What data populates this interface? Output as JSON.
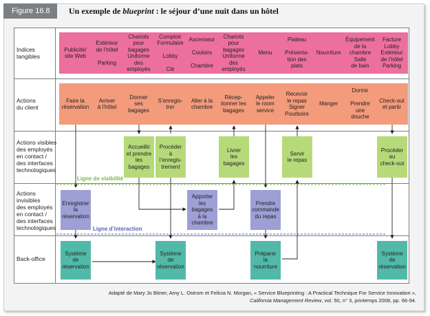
{
  "figure": {
    "tab": "Figure 16.8",
    "title_prefix": "Un exemple de ",
    "title_italic": "blueprint",
    "title_suffix": " : le séjour d’une nuit dans un hôtel"
  },
  "rows": [
    "Indices\ntangibles",
    "Actions\ndu client",
    "Actions visibles\ndes employés\nen contact /\ndes interfaces\ntechnologiques",
    "Actions\ninvisibles\ndes employés\nen contact /\ndes interfaces\ntechnologiques",
    "Back-office"
  ],
  "lines": {
    "visibility": "Ligne de visibilité",
    "interaction": "Ligne d’interaction"
  },
  "tangibles": [
    "Publicité/\nsite Web",
    "Extérieur\nde l’hôtel\n\nParking",
    "Chariots\npour\nbagages\nUniforme\ndes\nemployés",
    "Comptoir\nFormulaire\n\nLobby\n\nClé",
    "Ascenseur\n\nCouloirs\n\nChambre",
    "Chariots\npour\nbagages\nUniforme\ndes\nemployés",
    "Menu",
    "Plateau\n\nPrésenta-\ntion des\nplats",
    "Nourriture",
    "Équipement\nde la\nchambre\nSalle\nde bain",
    "Facture\nLobby\nExtérieur\nde l’hôtel\nParking"
  ],
  "customer_actions": [
    "Faire la\nréservation",
    "Arriver\nà l’hôtel",
    "Donner\nses\nbagages",
    "S’enregis-\ntrer",
    "Aller à la\nchambre",
    "Récep-\ntionner les\nbagages",
    "Appeler\nle room\nservice",
    "Recevoir\nle repas\nSigner\nPourboire",
    "Manger",
    "Dormir\n\nPrendre\nune\ndouche",
    "Check-out\net partir"
  ],
  "visible_actions": [
    "Accueillir\net prendre\nles\nbagages",
    "Procéder\nà\nl’enregis-\ntrement",
    "Livrer\nles\nbagages",
    "Servir\nle repas",
    "Procéder\nau\ncheck-out"
  ],
  "invisible_actions": [
    "Enregistrer\nla\nréservation",
    "Apporter\nles\nbagages\nà la\nchambre",
    "Prendre\ncommande\ndu repas"
  ],
  "backoffice": [
    "Système\nde\nréservation",
    "Système\nde\nréservation",
    "Préparer\nla\nnourriture",
    "Système\nde\nréservation"
  ],
  "caption": {
    "line1": "Adapté de Mary Jo Bitner, Amy L. Ostrom et Felicia N. Morgan, « Service Blueprinting : A Practical Technique For Service Innovation »,",
    "line2_italic": "California Management Review",
    "line2_rest": ", vol. 50, n° 3, printemps 2008, pp. 66-94."
  },
  "colors": {
    "tangible": "#ec6f9d",
    "customer": "#f39b7b",
    "visible": "#b6da7a",
    "invisible": "#9d9fd5",
    "backoffice": "#52b9a8",
    "visibility_line": "#7ab648",
    "interaction_line": "#5b5fb0"
  }
}
